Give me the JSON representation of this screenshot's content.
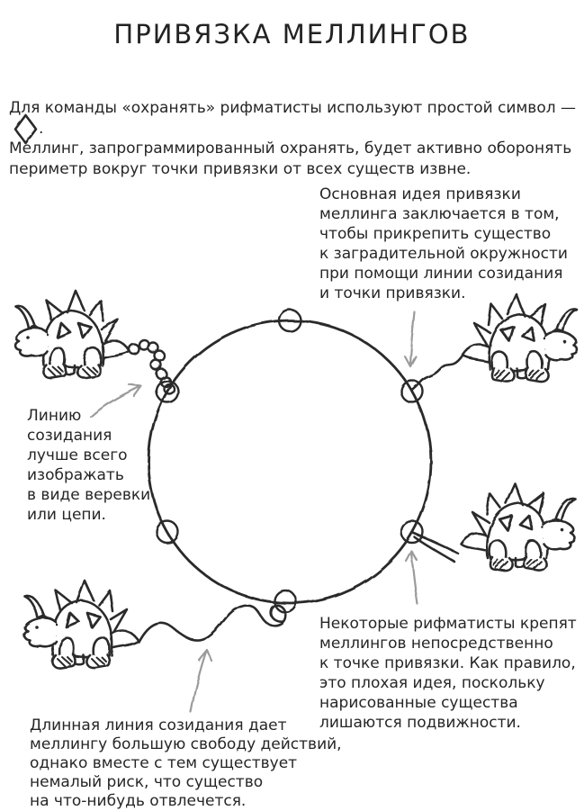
{
  "page": {
    "title": "ПРИВЯЗКА МЕЛЛИНГОВ"
  },
  "colors": {
    "ink": "#2c2c2c",
    "arrow": "#9b9b9b",
    "background": "#ffffff"
  },
  "intro": {
    "before_symbol": "Для команды «охранять» рифматисты используют простой символ —",
    "after_symbol": ".",
    "line2": "Меллинг, запрограммированный охранять, будет активно оборонять",
    "line3": "периметр вокруг точки привязки от всех существ извне."
  },
  "annotations": {
    "top_right": "Основная идея привязки\nмеллинга заключается в том,\nчтобы прикрепить существо\nк заградительной окружности\nпри помощи линии созидания\nи точки привязки.",
    "left": "Линию\nсозидания\nлучше всего\nизображать\nв виде веревки\nили цепи.",
    "bottom_right": "Некоторые рифматисты крепят\nмеллингов непосредственно\nк точке привязки. Как правило,\nэто плохая идея, поскольку\nнарисованные существа\nлишаются подвижности.",
    "bottom_left": "Длинная линия созидания дает\nмеллингу большую свободу действий,\nоднако вместе с тем существует\nнемалый риск, что существо\nна что-нибудь отвлечется."
  },
  "diagram": {
    "binding_point_count": 6,
    "chalkling_count": 4,
    "icons": [
      "guard-diamond-icon",
      "warding-circle",
      "binding-point",
      "chalkling",
      "creation-chain",
      "creation-rope",
      "annotation-arrow"
    ]
  }
}
